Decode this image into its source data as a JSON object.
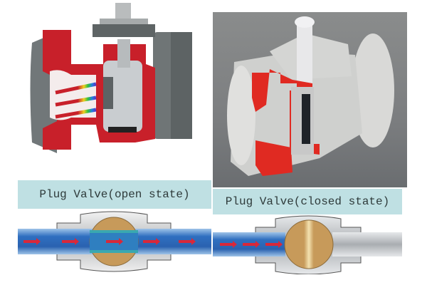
{
  "figure": {
    "top_left": {
      "description": "Cutaway illustration of plug valve with red body section and rainbow flow arrows",
      "colors": {
        "body": "#c8202a",
        "metal": "#7a7f80",
        "plug": "#c9cdd0"
      }
    },
    "top_right": {
      "description": "Photo of sectioned plug valve on grey background",
      "colors": {
        "background": "#808284",
        "body": "#d8d8d6",
        "lining": "#e02a22"
      }
    },
    "left_panel": {
      "label": "Plug Valve(open state)",
      "state": "open",
      "colors": {
        "label_bg": "#bfe0e3",
        "pipe": "#2f6fc0",
        "plug": "#c79a5a",
        "arrow": "#d8283a",
        "bore": "#3aa8b0"
      }
    },
    "right_panel": {
      "label": "Plug Valve(closed state)",
      "state": "closed",
      "colors": {
        "label_bg": "#bfe0e3",
        "pipe_in": "#2f6fc0",
        "pipe_out": "#b8bcc0",
        "plug": "#c79a5a",
        "arrow": "#d8283a"
      }
    }
  }
}
